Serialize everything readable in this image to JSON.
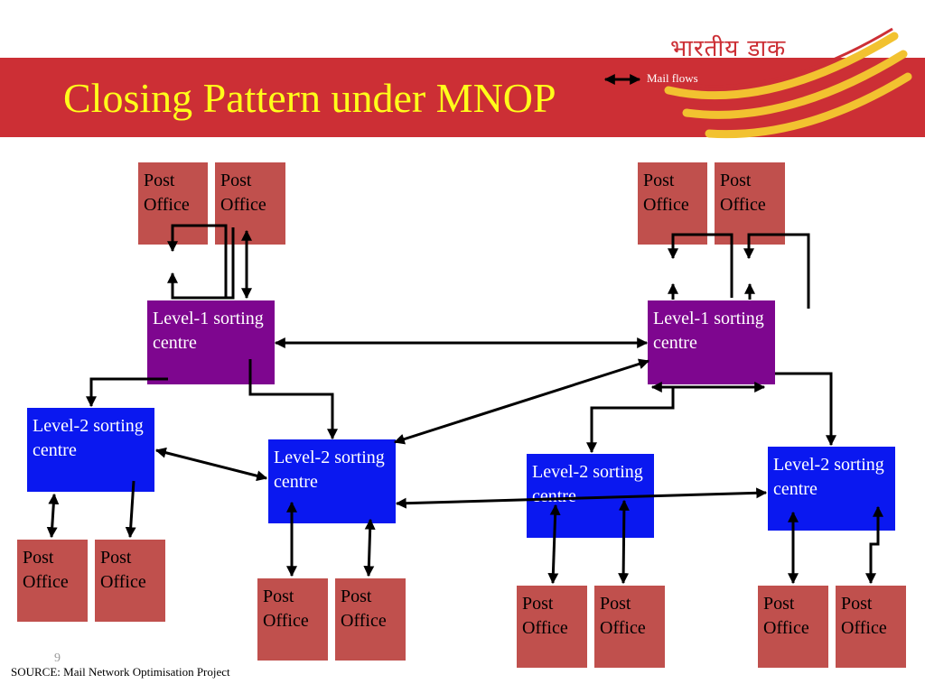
{
  "slide": {
    "title": "Closing Pattern under MNOP",
    "brand_text": "भारतीय डाक",
    "legend_label": "Mail flows",
    "source": "SOURCE: Mail Network Optimisation Project",
    "page_number": "9"
  },
  "colors": {
    "header_band": "#cc2f35",
    "title": "#ffff1a",
    "post_office": "#c0504d",
    "level1": "#7e068f",
    "level2": "#0a18f0"
  },
  "nodes": {
    "po_tl1": "Post Office",
    "po_tl2": "Post Office",
    "po_tr1": "Post Office",
    "po_tr2": "Post Office",
    "l1_left": "Level-1 sorting centre",
    "l1_right": "Level-1 sorting centre",
    "l2_a": "Level-2 sorting centre",
    "l2_b": "Level-2 sorting centre",
    "l2_c": "Level-2 sorting centre",
    "l2_d": "Level-2 sorting centre",
    "po_a1": "Post Office",
    "po_a2": "Post Office",
    "po_b1": "Post Office",
    "po_b2": "Post Office",
    "po_c1": "Post Office",
    "po_c2": "Post Office",
    "po_d1": "Post Office",
    "po_d2": "Post Office"
  }
}
